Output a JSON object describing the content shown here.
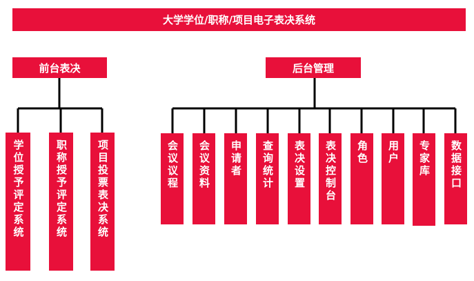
{
  "title": "大学学位/职称/项目电子表决系统",
  "left_branch": {
    "label": "前台表决",
    "children": [
      "学位授予评定系统",
      "职称授予评定系统",
      "项目投票表决系统"
    ]
  },
  "right_branch": {
    "label": "后台管理",
    "children": [
      "会议议程",
      "会议资料",
      "申请者",
      "查询统计",
      "表决设置",
      "表决控制台",
      "角色",
      "用户",
      "专家库",
      "数据接口"
    ]
  },
  "colors": {
    "box": "#e8103a",
    "line": "#000000",
    "text": "#ffffff"
  }
}
